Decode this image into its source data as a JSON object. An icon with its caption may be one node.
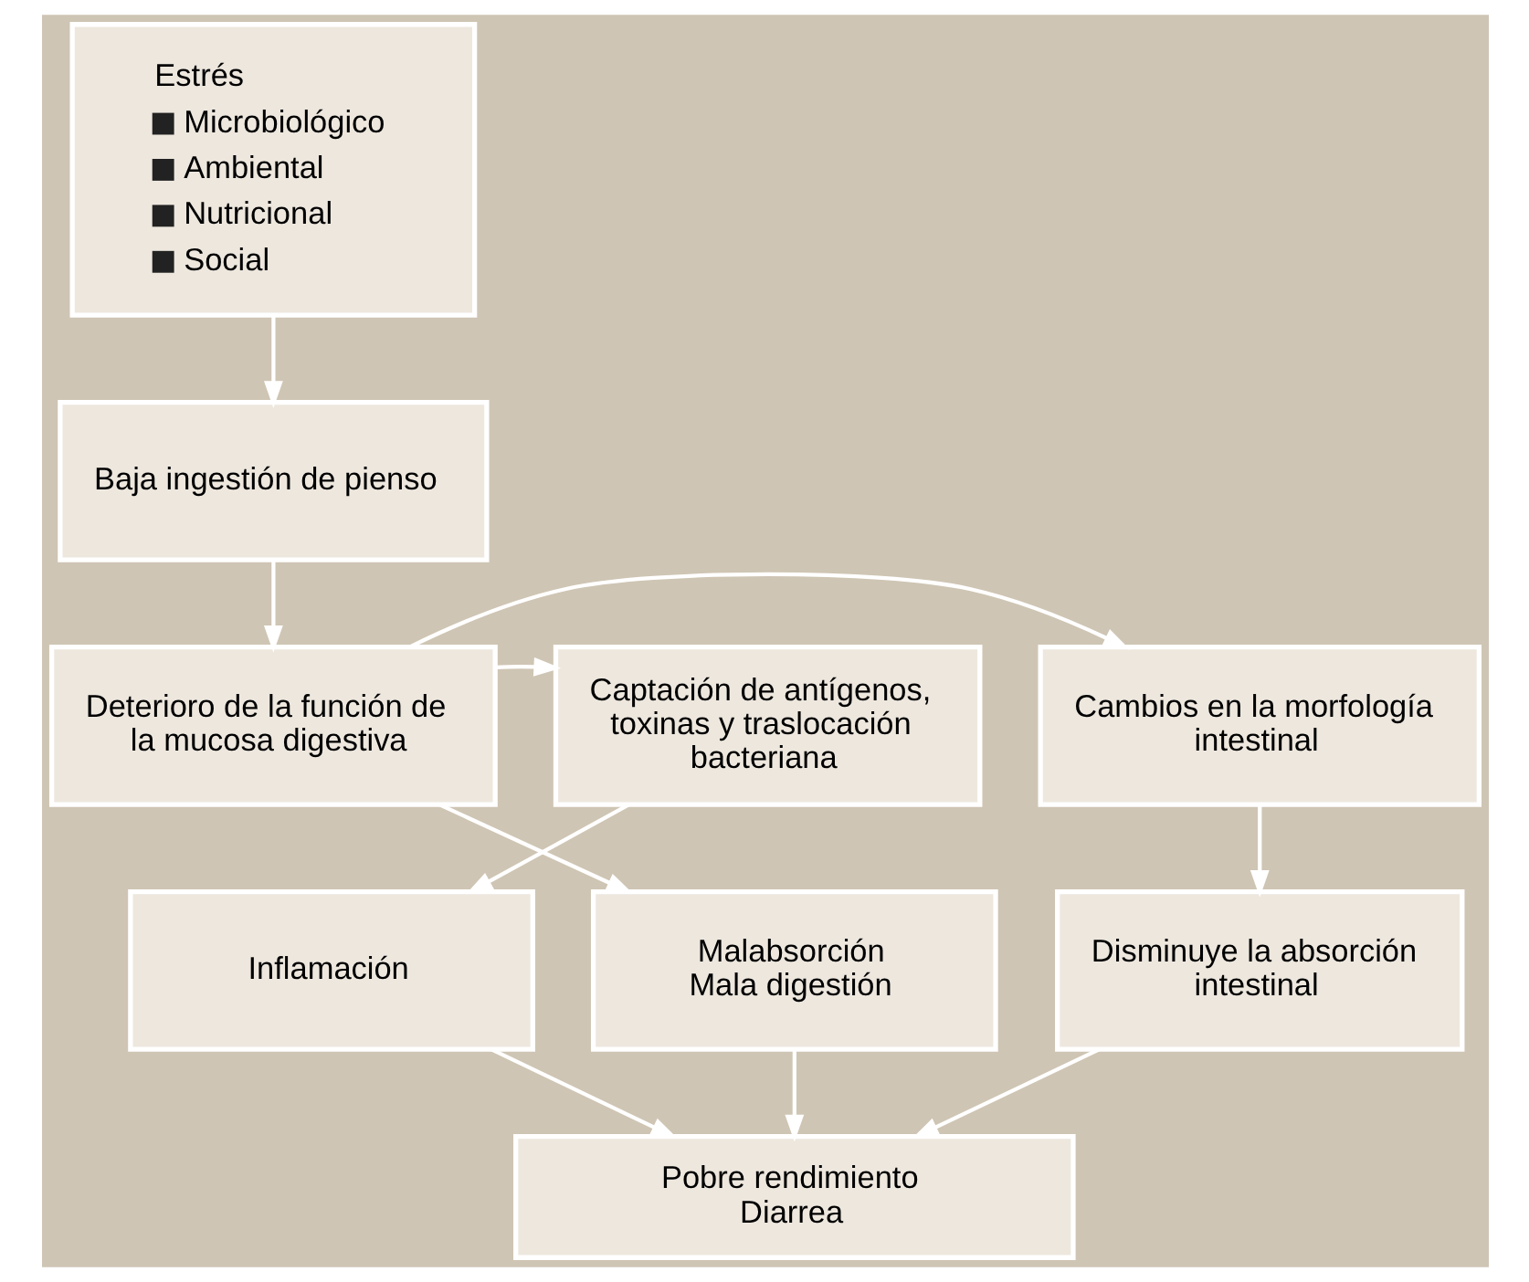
{
  "diagram": {
    "nodes": [
      {
        "text": [
          "Estrés",
          "Microbiológico",
          "Ambiental",
          "Nutricional",
          "Social"
        ]
      },
      {
        "text": [
          "Baja ingestión de pienso"
        ]
      },
      {
        "text": [
          "Captación de antígenos, toxinas y traslocación bacteriana"
        ]
      },
      {
        "text": [
          "Deterioro de la función de la mucosa digestiva"
        ]
      },
      {
        "text": [
          "Cambios en la morfología intestinal"
        ]
      },
      {
        "text": [
          "Inflamación"
        ]
      },
      {
        "text": [
          "Malabsorción",
          "Mala digestión"
        ]
      },
      {
        "text": [
          "Disminuye la absorción intestinal"
        ]
      },
      {
        "text": [
          "Pobre rendimiento",
          "Diarrea"
        ]
      }
    ],
    "edges": [
      {
        "from": 0,
        "to": 1,
        "arrow": "to"
      },
      {
        "from": 1,
        "to": 3,
        "arrow": "to"
      },
      {
        "from": 3,
        "to": 2,
        "arrow": "to"
      },
      {
        "from": 3,
        "to": 4,
        "arrow": "to"
      },
      {
        "from": 2,
        "to": 5,
        "arrow": "to"
      },
      {
        "from": 3,
        "to": 6,
        "arrow": "to"
      },
      {
        "from": 4,
        "to": 7,
        "arrow": "to"
      },
      {
        "from": 5,
        "to": 8,
        "arrow": "to"
      },
      {
        "from": 6,
        "to": 8,
        "arrow": "to"
      },
      {
        "from": 7,
        "to": 8,
        "arrow": "to"
      }
    ]
  }
}
